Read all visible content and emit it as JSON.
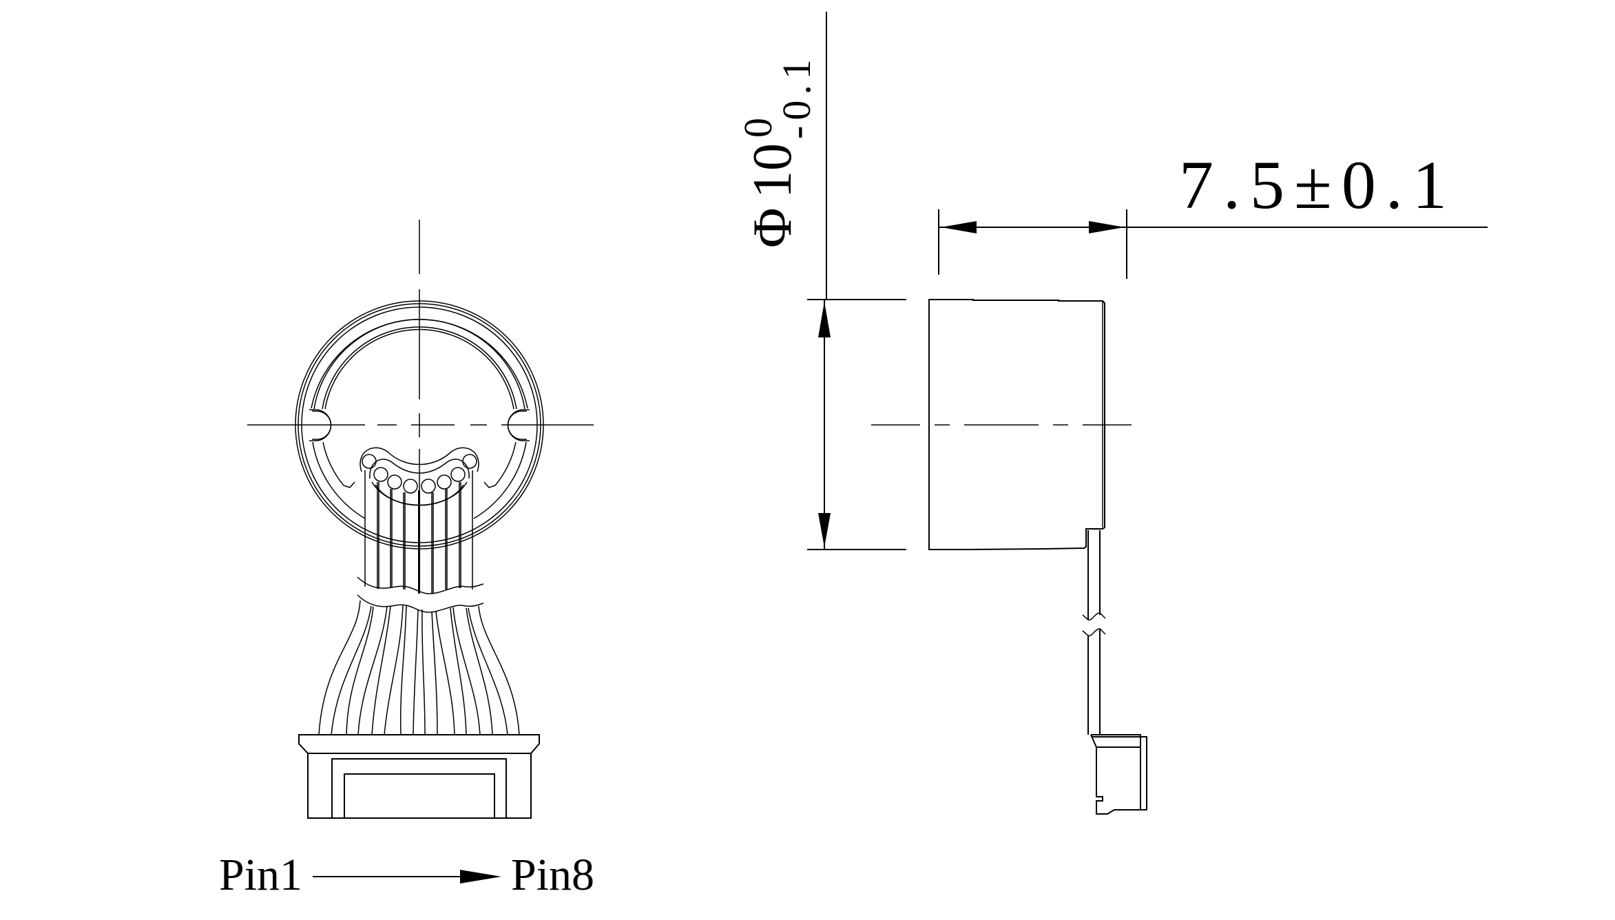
{
  "drawing": {
    "front_view": {
      "pin_count": 8,
      "pin_label_start": "Pin1",
      "pin_label_end": "Pin8"
    },
    "side_view": {
      "diameter_dim": {
        "symbol": "Φ",
        "nominal": "10",
        "upper_tol": "0",
        "lower_tol": "-0.1"
      },
      "length_dim": {
        "text": "7.5±0.1",
        "nominal": "7.5",
        "pm": "±",
        "tol": "0.1"
      }
    },
    "colors": {
      "line": "#000000",
      "background": "#ffffff"
    }
  }
}
